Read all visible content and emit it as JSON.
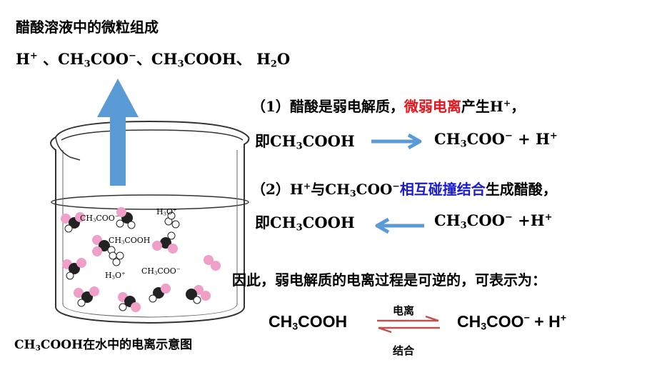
{
  "title": "醋酸溶液中的微粒组成",
  "particles": {
    "h": "H",
    "sep1": "、",
    "ch3coo": "CH",
    "sep2": "、",
    "ch3cooh": "CH",
    "sep3": "、",
    "h2o": "H",
    "o": "O",
    "plus": "+",
    "minus": "−",
    "three": "3",
    "two": "2",
    "coo_tail": "COO",
    "cooh_tail": "COOH"
  },
  "point1": {
    "prefix": "（1）醋酸是弱电解质，",
    "highlight": "微弱电离",
    "suffix": "产生H",
    "sup": "+",
    "end": "，",
    "color": "#e8141b"
  },
  "eq1": {
    "lead": "即",
    "left": "CH",
    "left_sub": "3",
    "left_tail": "COOH",
    "right": "CH",
    "right_sub": "3",
    "right_tail": "COO",
    "right_sup": "−",
    "right_rest": " + H",
    "right_h_sup": "+",
    "arrow_direction": "right",
    "arrow_color": "#5b9bd5"
  },
  "point2": {
    "prefix": "（2）H",
    "prefix_sup": "+",
    "mid": "与CH",
    "mid_sub": "3",
    "mid_tail": "COO",
    "mid_sup": "−",
    "highlight": "相互碰撞结合",
    "suffix": "生成醋酸，",
    "color": "#1a1ad6"
  },
  "eq2": {
    "lead": "即",
    "left": "CH",
    "left_sub": "3",
    "left_tail": "COOH",
    "right": "CH",
    "right_sub": "3",
    "right_tail": "COO",
    "right_sup": "−",
    "right_rest": " +H",
    "right_h_sup": "+",
    "arrow_direction": "left",
    "arrow_color": "#5b9bd5"
  },
  "conclusion": "因此，弱电解质的电离过程是可逆的，可表示为：",
  "reversible": {
    "left": "CH",
    "left_sub": "3",
    "left_tail": "COOH",
    "right": "CH",
    "right_sub": "3",
    "right_tail": "COO",
    "right_sup": "−",
    "right_rest": " + H",
    "right_h_sup": "+",
    "top_label": "电离",
    "bottom_label": "结合",
    "arrow_color": "#c0504d"
  },
  "beaker": {
    "labels": {
      "ch3coo_1": "CH",
      "ch3coo_1_sub": "3",
      "ch3coo_1_tail": "COO",
      "ch3coo_1_sup": "−",
      "h3o_1": "H",
      "h3o_1_sub": "3",
      "h3o_1_tail": "O",
      "h3o_1_sup": "+",
      "ch3cooh": "CH",
      "ch3cooh_sub": "3",
      "ch3cooh_tail": "COOH",
      "h3o_2": "H",
      "h3o_2_sub": "3",
      "h3o_2_tail": "O",
      "h3o_2_sup": "+",
      "ch3coo_2": "CH",
      "ch3coo_2_sub": "3",
      "ch3coo_2_tail": "COO",
      "ch3coo_2_sup": "−"
    },
    "arrow_color": "#5b9bd5",
    "pink": "#f0a0c8"
  },
  "caption": {
    "formula": "CH",
    "sub": "3",
    "tail": "COOH",
    "text": "在水中的电离示意图"
  }
}
